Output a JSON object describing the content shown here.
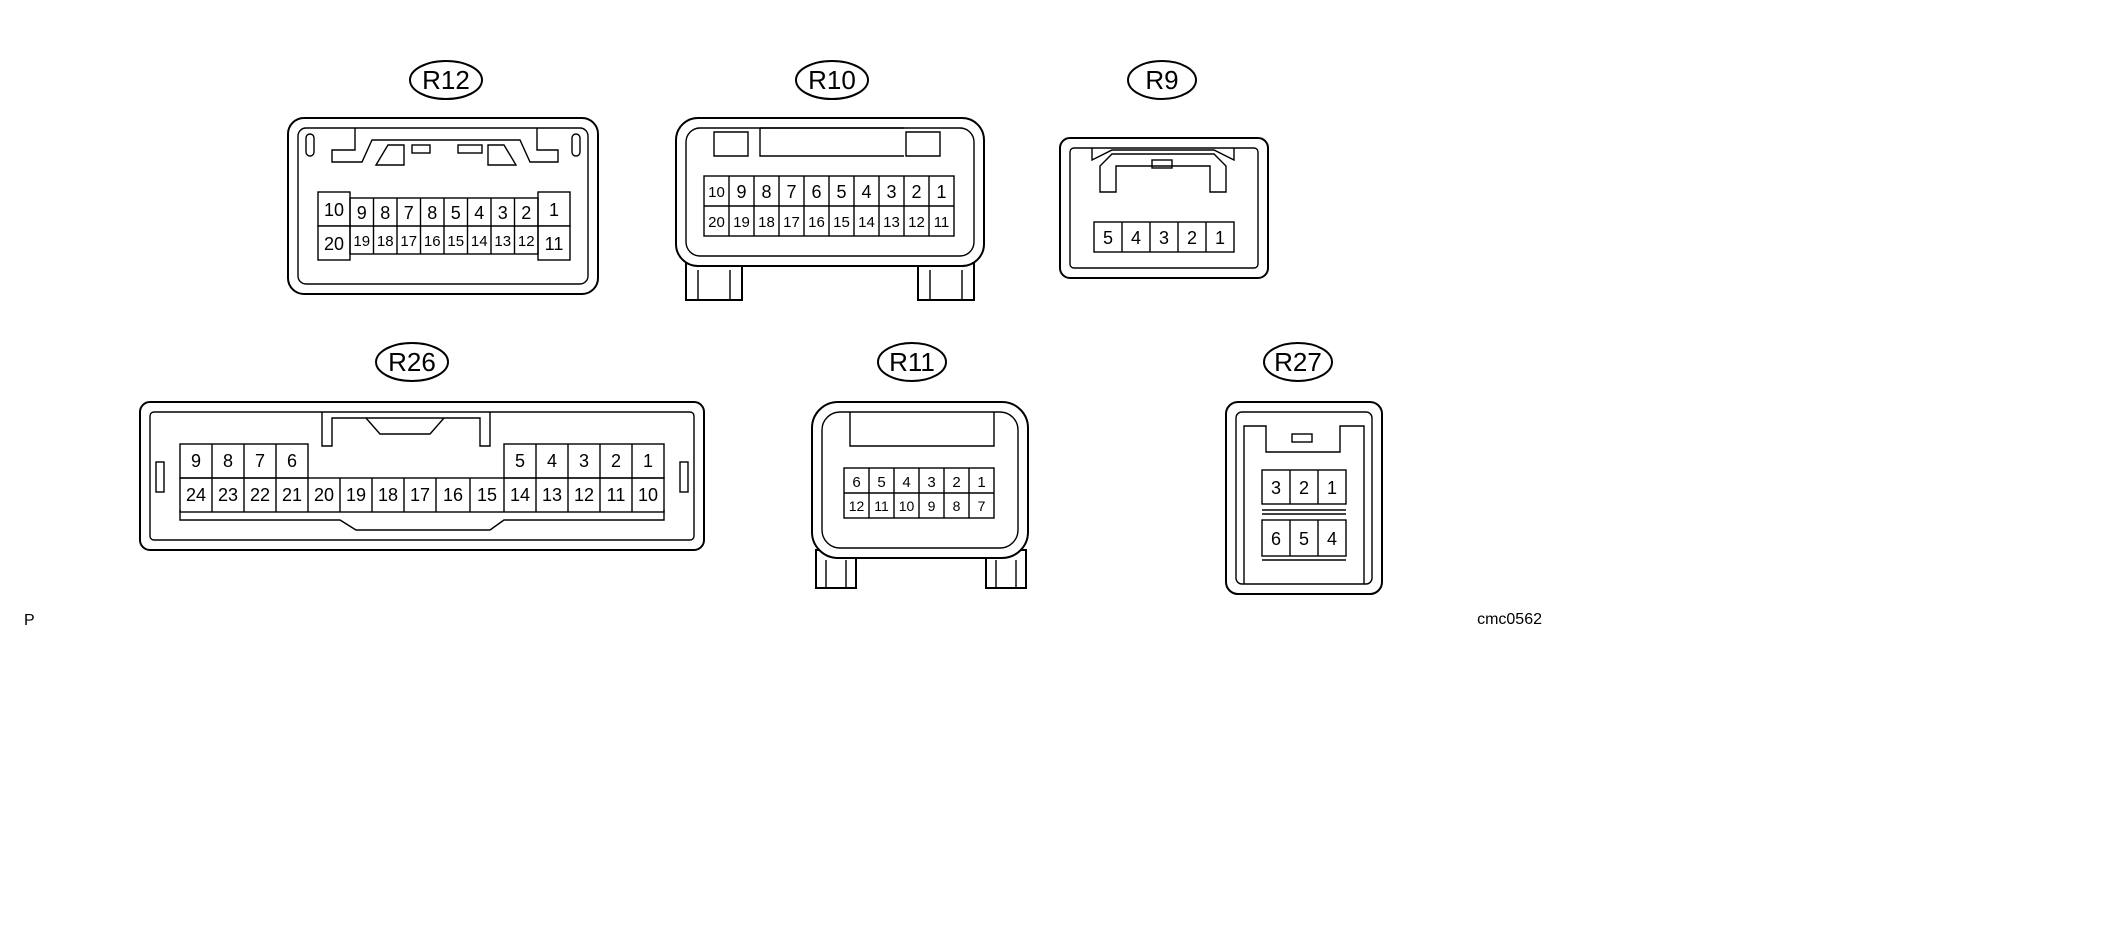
{
  "connectors": {
    "r12": {
      "label": "R12",
      "pins": {
        "p10": "10",
        "p9": "9",
        "p8": "8",
        "p7": "7",
        "p8b": "8",
        "p5": "5",
        "p4": "4",
        "p3": "3",
        "p2": "2",
        "p1": "1",
        "p20": "20",
        "p19": "19",
        "p18": "18",
        "p17": "17",
        "p16": "16",
        "p15": "15",
        "p14": "14",
        "p13": "13",
        "p12": "12",
        "p11": "11"
      }
    },
    "r10": {
      "label": "R10",
      "pins": {
        "p10": "10",
        "p9": "9",
        "p8": "8",
        "p7": "7",
        "p6": "6",
        "p5": "5",
        "p4": "4",
        "p3": "3",
        "p2": "2",
        "p1": "1",
        "p20": "20",
        "p19": "19",
        "p18": "18",
        "p17": "17",
        "p16": "16",
        "p15": "15",
        "p14": "14",
        "p13": "13",
        "p12": "12",
        "p11": "11"
      }
    },
    "r9": {
      "label": "R9",
      "pins": {
        "p5": "5",
        "p4": "4",
        "p3": "3",
        "p2": "2",
        "p1": "1"
      }
    },
    "r26": {
      "label": "R26",
      "pins": {
        "p9": "9",
        "p8": "8",
        "p7": "7",
        "p6": "6",
        "p5": "5",
        "p4": "4",
        "p3": "3",
        "p2": "2",
        "p1": "1",
        "p24": "24",
        "p23": "23",
        "p22": "22",
        "p21": "21",
        "p20": "20",
        "p19": "19",
        "p18": "18",
        "p17": "17",
        "p16": "16",
        "p15": "15",
        "p14": "14",
        "p13": "13",
        "p12": "12",
        "p11": "11",
        "p10": "10"
      }
    },
    "r11": {
      "label": "R11",
      "pins": {
        "p6": "6",
        "p5": "5",
        "p4": "4",
        "p3": "3",
        "p2": "2",
        "p1": "1",
        "p12": "12",
        "p11": "11",
        "p10": "10",
        "p9": "9",
        "p8": "8",
        "p7": "7"
      }
    },
    "r27": {
      "label": "R27",
      "pins": {
        "p3": "3",
        "p2": "2",
        "p1": "1",
        "p6": "6",
        "p5": "5",
        "p4": "4"
      }
    }
  },
  "corner_left": "P",
  "figure_code": "cmc0562"
}
